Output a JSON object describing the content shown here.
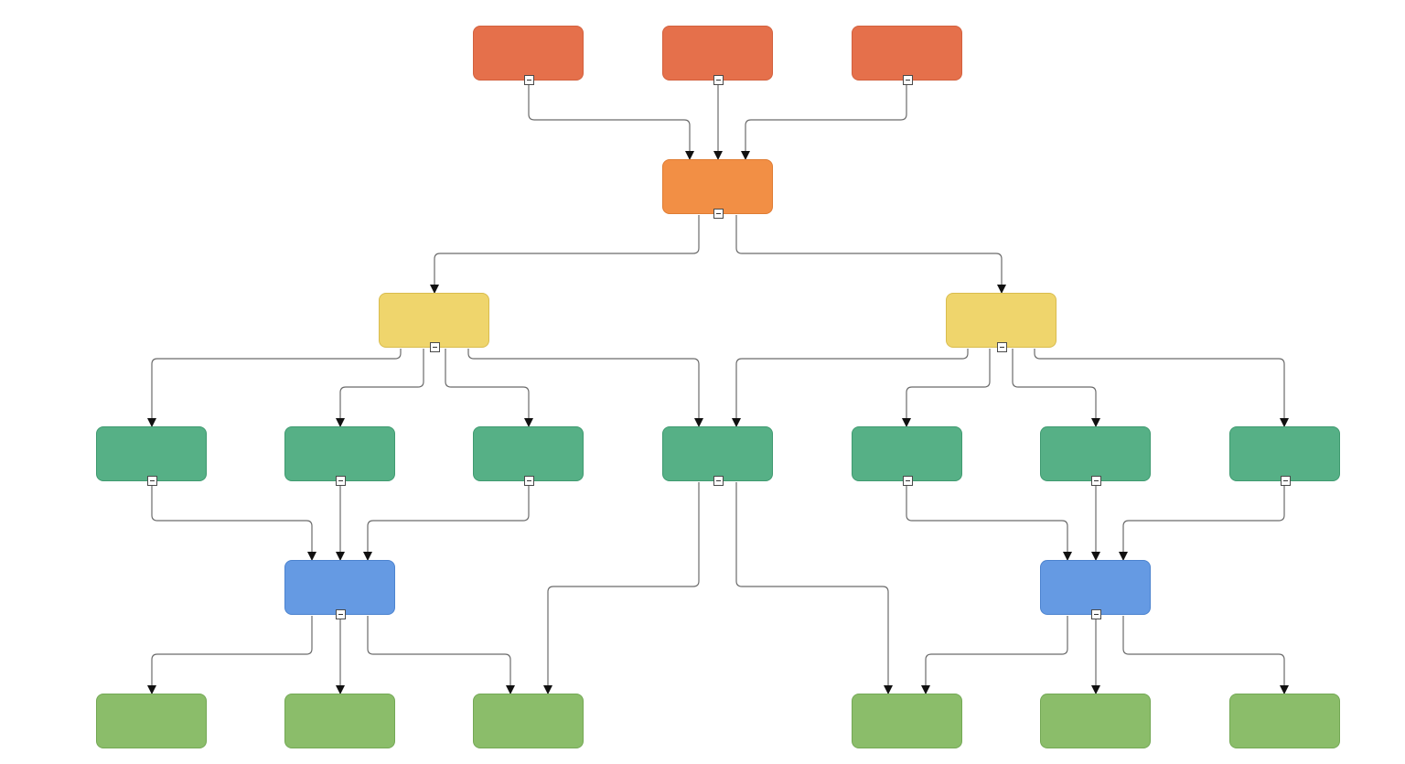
{
  "diagram": {
    "colors": {
      "edge": "#6b6b6b",
      "red": {
        "fill": "#e5704b",
        "stroke": "#d2603d"
      },
      "orange": {
        "fill": "#f28f45",
        "stroke": "#df7c33"
      },
      "yellow": {
        "fill": "#efd56c",
        "stroke": "#d9bc4e"
      },
      "teal": {
        "fill": "#56b086",
        "stroke": "#3f9a70"
      },
      "blue": {
        "fill": "#659ae3",
        "stroke": "#4c83cf"
      },
      "green": {
        "fill": "#8bbd6a",
        "stroke": "#73a854"
      }
    },
    "toggle_icon": "minus-square-icon",
    "nodes": [
      {
        "id": "r1",
        "color": "red",
        "collapsible": true
      },
      {
        "id": "r2",
        "color": "red",
        "collapsible": true
      },
      {
        "id": "r3",
        "color": "red",
        "collapsible": true
      },
      {
        "id": "o1",
        "color": "orange",
        "collapsible": true
      },
      {
        "id": "y1",
        "color": "yellow",
        "collapsible": true
      },
      {
        "id": "y2",
        "color": "yellow",
        "collapsible": true
      },
      {
        "id": "t1",
        "color": "teal",
        "collapsible": true
      },
      {
        "id": "t2",
        "color": "teal",
        "collapsible": true
      },
      {
        "id": "t3",
        "color": "teal",
        "collapsible": true
      },
      {
        "id": "t4",
        "color": "teal",
        "collapsible": true
      },
      {
        "id": "t5",
        "color": "teal",
        "collapsible": true
      },
      {
        "id": "t6",
        "color": "teal",
        "collapsible": true
      },
      {
        "id": "t7",
        "color": "teal",
        "collapsible": true
      },
      {
        "id": "b1",
        "color": "blue",
        "collapsible": true
      },
      {
        "id": "b2",
        "color": "blue",
        "collapsible": true
      },
      {
        "id": "g1",
        "color": "green",
        "collapsible": false
      },
      {
        "id": "g2",
        "color": "green",
        "collapsible": false
      },
      {
        "id": "g3",
        "color": "green",
        "collapsible": false
      },
      {
        "id": "g4",
        "color": "green",
        "collapsible": false
      },
      {
        "id": "g5",
        "color": "green",
        "collapsible": false
      },
      {
        "id": "g6",
        "color": "green",
        "collapsible": false
      }
    ],
    "edges": [
      {
        "from": "r1",
        "to": "o1"
      },
      {
        "from": "r2",
        "to": "o1"
      },
      {
        "from": "r3",
        "to": "o1"
      },
      {
        "from": "o1",
        "to": "y1"
      },
      {
        "from": "o1",
        "to": "y2"
      },
      {
        "from": "y1",
        "to": "t1"
      },
      {
        "from": "y1",
        "to": "t2"
      },
      {
        "from": "y1",
        "to": "t3"
      },
      {
        "from": "y1",
        "to": "t4"
      },
      {
        "from": "y2",
        "to": "t4"
      },
      {
        "from": "y2",
        "to": "t5"
      },
      {
        "from": "y2",
        "to": "t6"
      },
      {
        "from": "y2",
        "to": "t7"
      },
      {
        "from": "t1",
        "to": "b1"
      },
      {
        "from": "t2",
        "to": "b1"
      },
      {
        "from": "t3",
        "to": "b1"
      },
      {
        "from": "t5",
        "to": "b2"
      },
      {
        "from": "t6",
        "to": "b2"
      },
      {
        "from": "t7",
        "to": "b2"
      },
      {
        "from": "b1",
        "to": "g1"
      },
      {
        "from": "b1",
        "to": "g2"
      },
      {
        "from": "b1",
        "to": "g3"
      },
      {
        "from": "t4",
        "to": "g3"
      },
      {
        "from": "t4",
        "to": "g4"
      },
      {
        "from": "b2",
        "to": "g4"
      },
      {
        "from": "b2",
        "to": "g5"
      },
      {
        "from": "b2",
        "to": "g6"
      }
    ]
  }
}
